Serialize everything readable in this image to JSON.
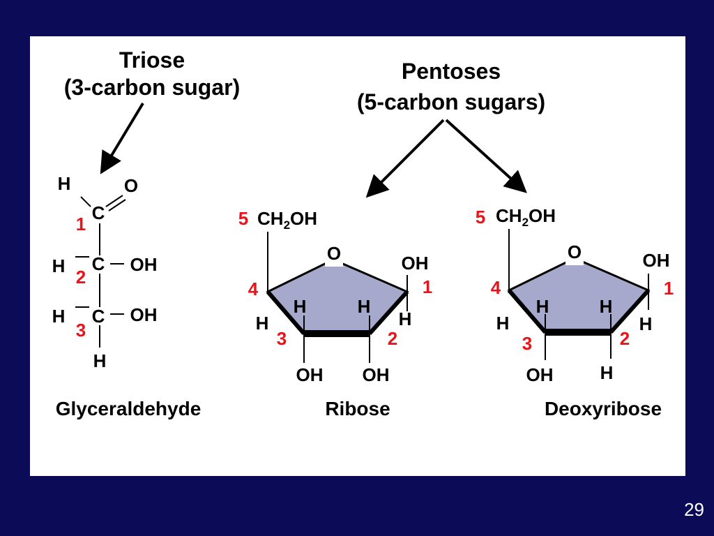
{
  "colors": {
    "background": "#0b0b57",
    "panel": "#ffffff",
    "ring_fill": "#a6a8cc",
    "carbon_number": "#e8141b",
    "text": "#000000"
  },
  "triose": {
    "title_line1": "Triose",
    "title_line2": "(3-carbon sugar)"
  },
  "pentoses": {
    "title_line1": "Pentoses",
    "title_line2": "(5-carbon sugars)"
  },
  "glyceraldehyde": {
    "name": "Glyceraldehyde",
    "atoms": {
      "h_top": "H",
      "o_top": "O",
      "c1": "C",
      "h2": "H",
      "c2": "C",
      "oh2": "OH",
      "h3": "H",
      "c3": "C",
      "oh3": "OH",
      "h_bottom": "H"
    },
    "numbers": {
      "n1": "1",
      "n2": "2",
      "n3": "3"
    }
  },
  "ribose": {
    "name": "Ribose",
    "ch2oh_main": "CH",
    "ch2oh_sub": "2",
    "ch2oh_end": "OH",
    "atoms": {
      "o_ring": "O",
      "oh1": "OH",
      "h_c4": "H",
      "h_c1": "H",
      "h_c3_out": "H",
      "h_c2_out": "H",
      "oh_c3": "OH",
      "oh_c2": "OH"
    },
    "numbers": {
      "n1": "1",
      "n2": "2",
      "n3": "3",
      "n4": "4",
      "n5": "5"
    }
  },
  "deoxyribose": {
    "name": "Deoxyribose",
    "ch2oh_main": "CH",
    "ch2oh_sub": "2",
    "ch2oh_end": "OH",
    "atoms": {
      "o_ring": "O",
      "oh1": "OH",
      "h_c3_in": "H",
      "h_c2_in": "H",
      "h_c3_out": "H",
      "h_c2_out": "H",
      "oh_c3": "OH",
      "h_c2_bottom": "H"
    },
    "numbers": {
      "n1": "1",
      "n2": "2",
      "n3": "3",
      "n4": "4",
      "n5": "5"
    }
  },
  "slide_number": "29"
}
